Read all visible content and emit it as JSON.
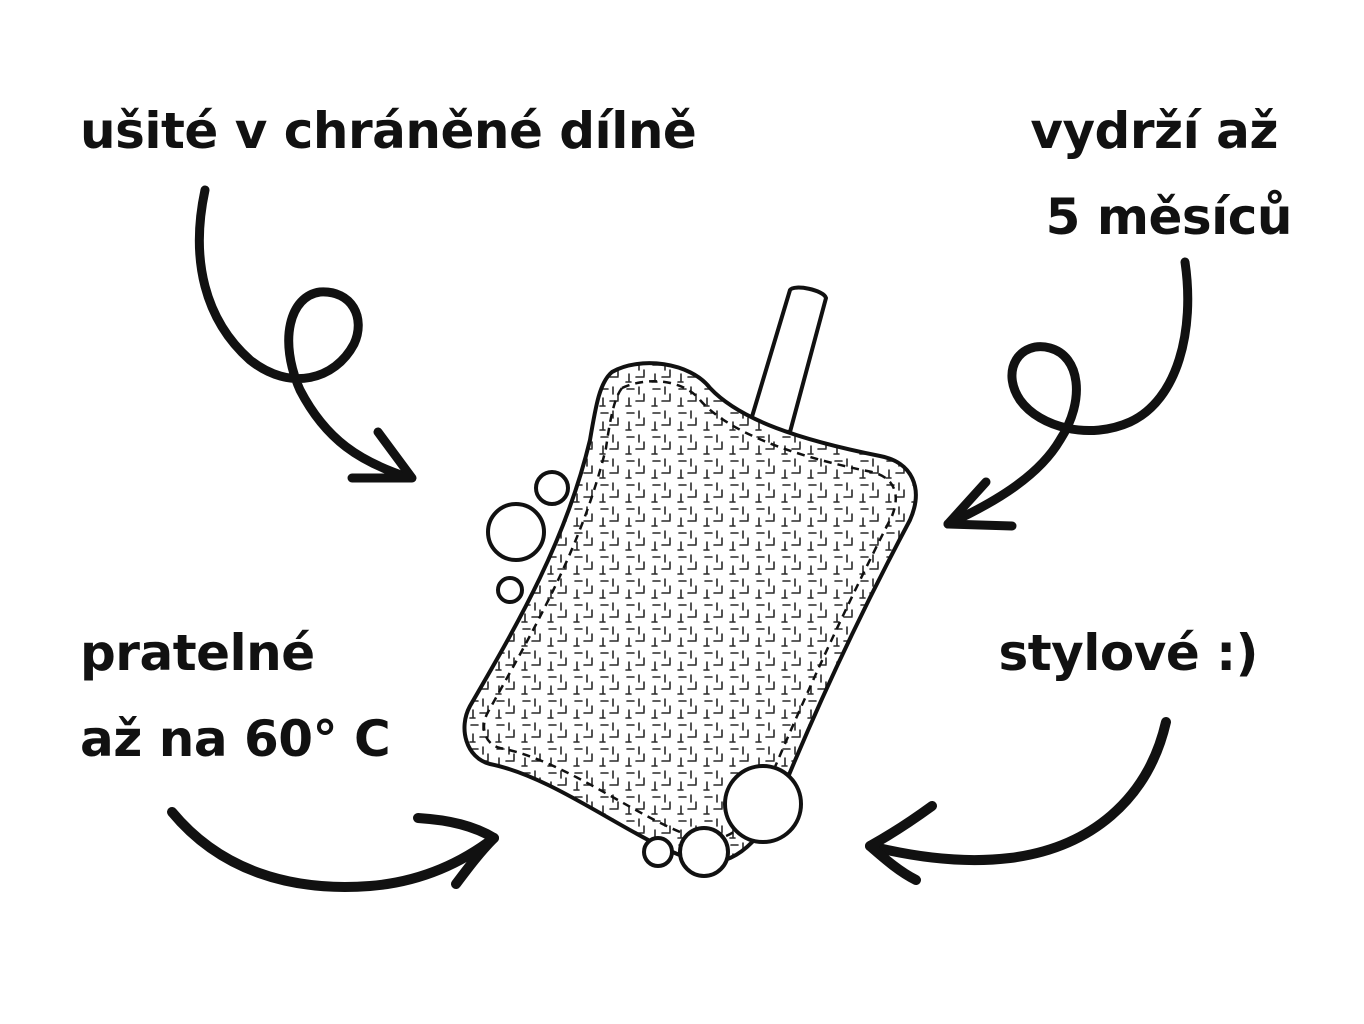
{
  "labels": {
    "top_left": "ušité v chráněné dílně",
    "top_right_line1": "vydrží až",
    "top_right_line2": "5 měsíců",
    "bottom_left_line1": "pratelné",
    "bottom_left_line2": "až na 60° C",
    "bottom_right": "stylové :)"
  },
  "colors": {
    "ink": "#111111",
    "background": "#ffffff"
  },
  "icons": {
    "center": "dish-brush-sponge-icon",
    "arrows": "curly-arrow-icon",
    "bubbles": "soap-bubble-icon"
  }
}
